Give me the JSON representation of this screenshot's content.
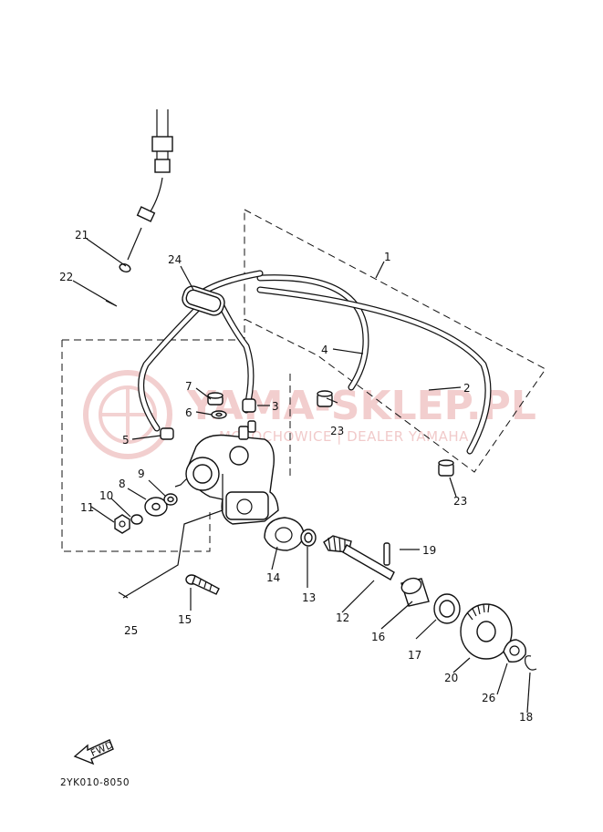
{
  "watermark": {
    "brand": "YAMA-SKLEP.PL",
    "subtitle": "MOTOCHOWICE | DEALER YAMAHA",
    "color": "#e8a7a7"
  },
  "part_labels": [
    "1",
    "2",
    "3",
    "4",
    "5",
    "6",
    "7",
    "8",
    "9",
    "10",
    "11",
    "12",
    "13",
    "14",
    "15",
    "16",
    "17",
    "18",
    "19",
    "20",
    "21",
    "22",
    "23",
    "23",
    "24",
    "25",
    "26"
  ],
  "fwd_label": "FWD",
  "diagram_code": "2YK010-8050"
}
